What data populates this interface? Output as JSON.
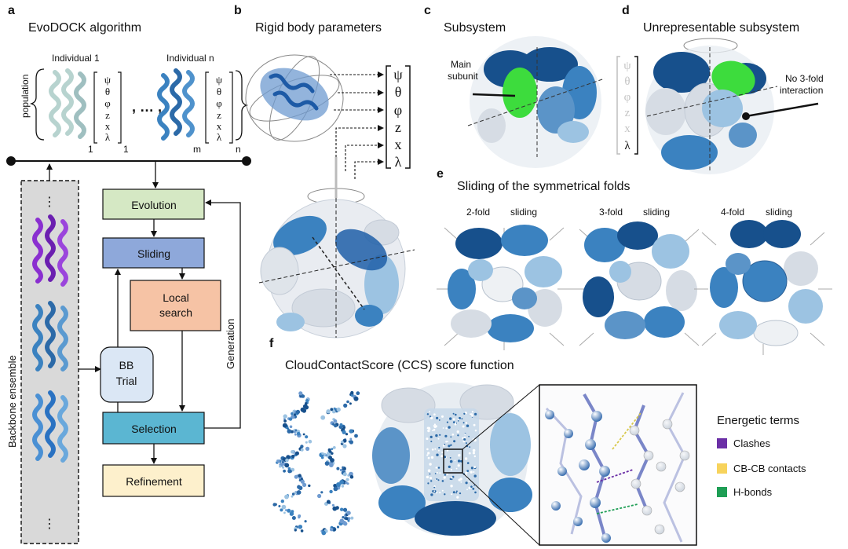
{
  "panels": {
    "a": {
      "letter": "a",
      "title": "EvoDOCK algorithm"
    },
    "b": {
      "letter": "b",
      "title": "Rigid body parameters"
    },
    "c": {
      "letter": "c",
      "title": "Subsystem"
    },
    "d": {
      "letter": "d",
      "title": "Unrepresentable subsystem"
    },
    "e": {
      "letter": "e",
      "title": "Sliding of the symmetrical folds"
    },
    "f": {
      "letter": "f",
      "title": "CloudContactScore (CCS) score function"
    }
  },
  "population": {
    "label": "population",
    "individual_first": "Individual 1",
    "individual_last": "Individual n",
    "ellipsis": ", … ,",
    "params": [
      "ψ",
      "θ",
      "φ",
      "z",
      "x",
      "λ"
    ],
    "sub_first_inner": "1",
    "sub_first_outer": "1",
    "sub_last_inner": "m",
    "sub_last_outer": "n"
  },
  "algorithm": {
    "backbone_label": "Backbone ensemble",
    "dots": "⋮",
    "steps": {
      "evolution": "Evolution",
      "sliding": "Sliding",
      "local_search_1": "Local",
      "local_search_2": "search",
      "bb_trial_1": "BB",
      "bb_trial_2": "Trial",
      "selection": "Selection",
      "refinement": "Refinement"
    },
    "generation_label": "Generation",
    "colors": {
      "evolution": "#d5e8c4",
      "sliding": "#8ea8da",
      "local_search": "#f6c3a5",
      "bb_trial": "#dbe7f5",
      "selection": "#5bb6d2",
      "refinement": "#fdf0cc",
      "backbone_bg": "#d9d9d9"
    }
  },
  "rigid_body": {
    "params": [
      "ψ",
      "θ",
      "φ",
      "z",
      "x",
      "λ"
    ]
  },
  "subsystem": {
    "main_label_1": "Main",
    "main_label_2": "subunit",
    "main_color": "#3ddc3d"
  },
  "unrepresentable": {
    "params": [
      "ψ",
      "θ",
      "φ",
      "z",
      "x",
      "λ"
    ],
    "note_1": "No 3-fold",
    "note_2": "interaction"
  },
  "sliding": {
    "folds": [
      {
        "fold": "2-fold",
        "word": "sliding"
      },
      {
        "fold": "3-fold",
        "word": "sliding"
      },
      {
        "fold": "4-fold",
        "word": "sliding"
      }
    ]
  },
  "ccs": {
    "legend_title": "Energetic terms",
    "terms": [
      {
        "label": "Clashes",
        "color": "#6b2fa6"
      },
      {
        "label": "CB-CB contacts",
        "color": "#f7d35c"
      },
      {
        "label": "H-bonds",
        "color": "#1e9e55"
      }
    ]
  },
  "palette": {
    "dark_blue": "#17508c",
    "mid_blue": "#3b82c0",
    "light_blue": "#9cc3e2",
    "pale": "#e6eaef"
  }
}
